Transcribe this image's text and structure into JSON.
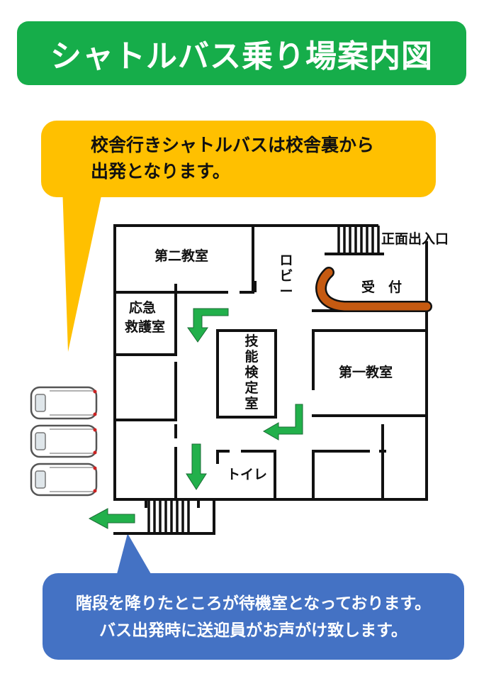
{
  "title": "シャトルバス乗り場案内図",
  "top_callout": {
    "line1": "校舎行きシャトルバスは校舎裏から",
    "line2": "出発となります。"
  },
  "bottom_callout": {
    "line1": "階段を降りたところが待機室となっております。",
    "line2": "バス出発時に送迎員がお声がけ致します。"
  },
  "rooms": {
    "room2": "第二教室",
    "lobby": "ロビー",
    "entrance": "正面出入口",
    "reception": "受　付",
    "first_aid_line1": "応急",
    "first_aid_line2": "救護室",
    "skills": "技能検定室",
    "room1": "第一教室",
    "toilet": "トイレ"
  },
  "colors": {
    "title_bg": "#16ad4a",
    "top_callout_bg": "#ffc000",
    "bottom_callout_bg": "#4472c4",
    "arrow": "#22b04b",
    "counter": "#c55a11",
    "wall": "#111111"
  }
}
